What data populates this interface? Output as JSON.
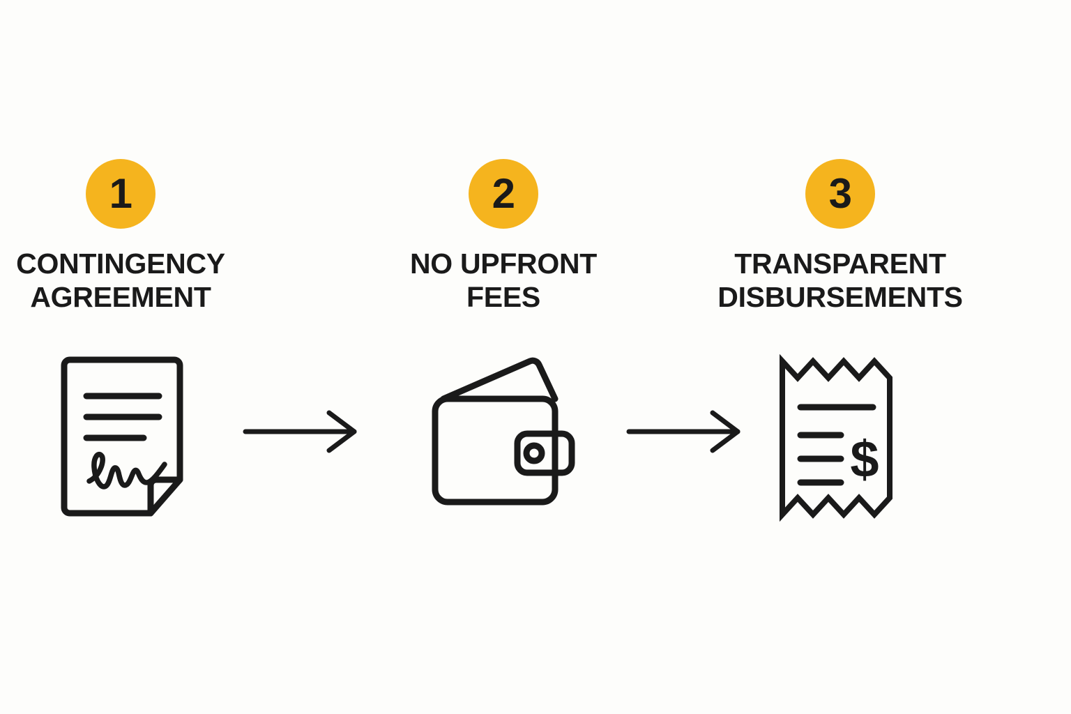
{
  "canvas": {
    "background_color": "#FDFDFB",
    "accent_color": "#F5B41E",
    "ink_color": "#1A1A1A"
  },
  "steps": [
    {
      "number": "1",
      "title_line_1": "CONTINGENCY",
      "title_line_2": "AGREEMENT",
      "icon": "signed-document-icon"
    },
    {
      "number": "2",
      "title_line_1": "NO UPFRONT",
      "title_line_2": "FEES",
      "icon": "wallet-icon"
    },
    {
      "number": "3",
      "title_line_1": "TRANSPARENT",
      "title_line_2": "DISBURSEMENTS",
      "icon": "receipt-dollar-icon"
    }
  ],
  "connectors": [
    {
      "name": "arrow-right-icon"
    },
    {
      "name": "arrow-right-icon"
    }
  ],
  "receipt": {
    "currency_symbol": "$"
  }
}
